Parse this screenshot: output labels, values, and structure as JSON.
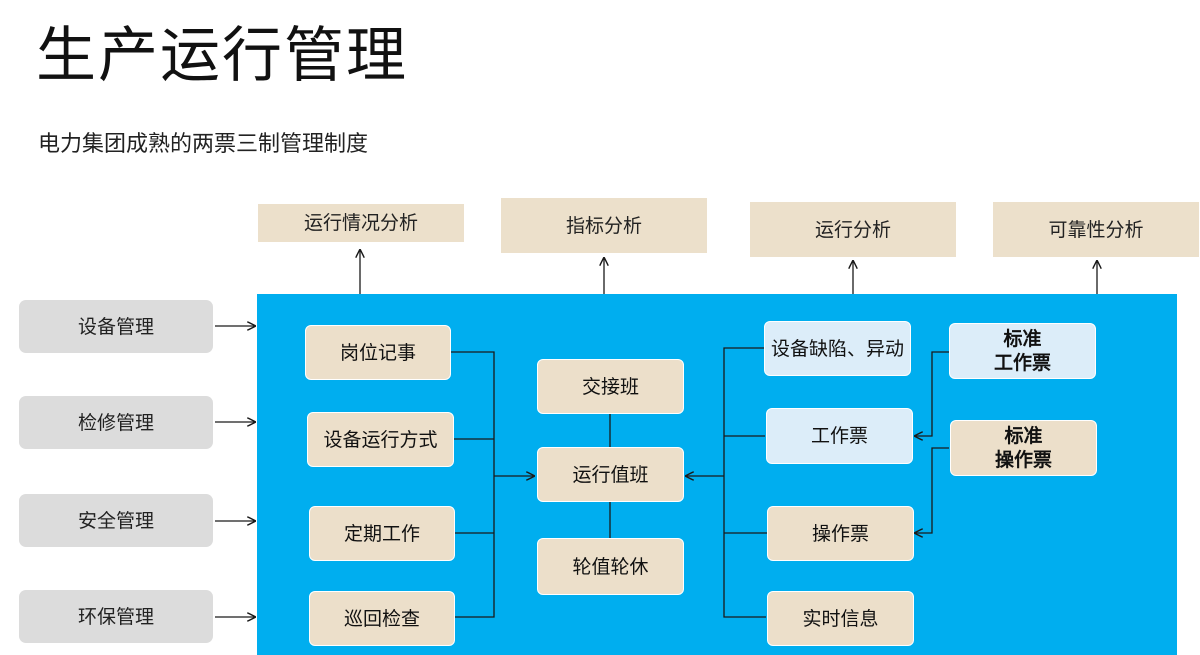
{
  "page": {
    "title": "生产运行管理",
    "subtitle": "电力集团成熟的两票三制管理制度"
  },
  "top_boxes": [
    "运行情况分析",
    "指标分析",
    "运行分析",
    "可靠性分析"
  ],
  "left_boxes": [
    "设备管理",
    "检修管理",
    "安全管理",
    "环保管理"
  ],
  "left_column": [
    "岗位记事",
    "设备运行方式",
    "定期工作",
    "巡回检查"
  ],
  "center_column": [
    "交接班",
    "运行值班",
    "轮值轮休"
  ],
  "right_column": [
    "设备缺陷、异动",
    "工作票",
    "操作票",
    "实时信息"
  ],
  "standards": [
    {
      "line1": "标准",
      "line2": "工作票"
    },
    {
      "line1": "标准",
      "line2": "操作票"
    }
  ],
  "colors": {
    "panel": "#00aeef",
    "tan": "#ecdfca",
    "light_blue": "#dcedf9",
    "gray": "#dcdcdc",
    "line": "#1a1a1a"
  }
}
